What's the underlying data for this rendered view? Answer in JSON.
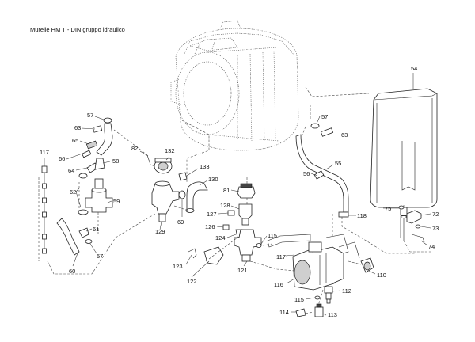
{
  "diagram": {
    "title": "Murelle HM T - DIN gruppo idraulico",
    "labels": {
      "l54": "54",
      "l57a": "57",
      "l57b": "57",
      "l57c": "57",
      "l63a": "63",
      "l63b": "63",
      "l65": "65",
      "l66": "66",
      "l64": "64",
      "l58": "58",
      "l117a": "117",
      "l117b": "117",
      "l82": "82",
      "l132": "132",
      "l133": "133",
      "l62": "62",
      "l59": "59",
      "l130": "130",
      "l81": "81",
      "l56": "56",
      "l55": "55",
      "l75": "75",
      "l72": "72",
      "l73": "73",
      "l74": "74",
      "l118": "118",
      "l128": "128",
      "l127": "127",
      "l126": "126",
      "l124": "124",
      "l115a": "115",
      "l115b": "115",
      "l69": "69",
      "l129": "129",
      "l61": "61",
      "l60": "60",
      "l123": "123",
      "l122": "122",
      "l121": "121",
      "l116": "116",
      "l110": "110",
      "l112": "112",
      "l114": "114",
      "l113": "113"
    }
  }
}
